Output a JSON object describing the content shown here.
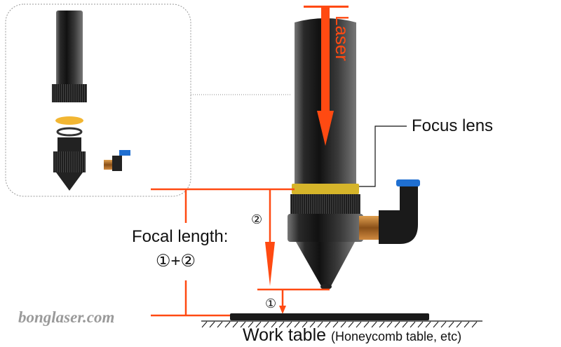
{
  "labels": {
    "laser": "Laser",
    "focus_lens": "Focus lens",
    "focal_length": "Focal length:",
    "focal_formula": "①+②",
    "marker_two": "②",
    "marker_one": "①",
    "work_table": "Work table",
    "work_table_note": "(Honeycomb table, etc)",
    "watermark": "bonglaser.com"
  },
  "colors": {
    "accent": "#ff4a12",
    "lens": "#d6b52a",
    "brass": "#b8742a",
    "cap": "#1f6fd1"
  }
}
